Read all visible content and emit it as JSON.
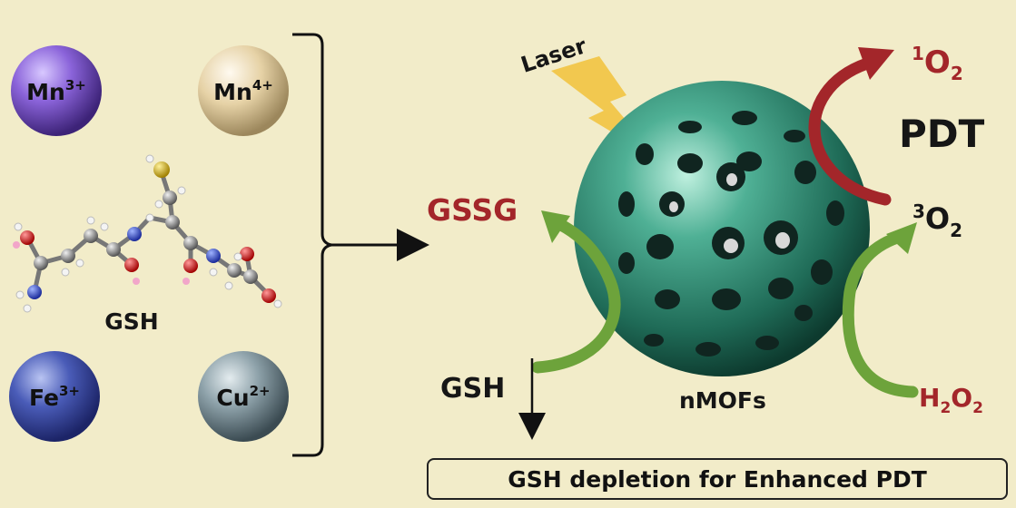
{
  "ions": [
    {
      "symbol": "Mn",
      "charge": "3+",
      "color": "#7e5ad0"
    },
    {
      "symbol": "Mn",
      "charge": "4+",
      "color": "#e4d1a4"
    },
    {
      "symbol": "Fe",
      "charge": "3+",
      "color": "#4657b0"
    },
    {
      "symbol": "Cu",
      "charge": "2+",
      "color": "#8a9ea6"
    }
  ],
  "molecule_label": "GSH",
  "laser_label": "Laser",
  "gssg_label": "GSSG",
  "gsh_label": "GSH",
  "particle_label": "nMOFs",
  "singlet_oxygen": {
    "pre": "1",
    "main": "O",
    "sub": "2"
  },
  "pdt_label": "PDT",
  "triplet_oxygen": {
    "pre": "3",
    "main": "O",
    "sub": "2"
  },
  "h2o2": {
    "h": "H",
    "sub1": "2",
    "o": "O",
    "sub2": "2"
  },
  "caption": "GSH depletion for Enhanced PDT",
  "colors": {
    "red": "#a3262a",
    "green": "#6da33b",
    "sphere": "#2f8a72",
    "laser": "#f2c23a"
  }
}
